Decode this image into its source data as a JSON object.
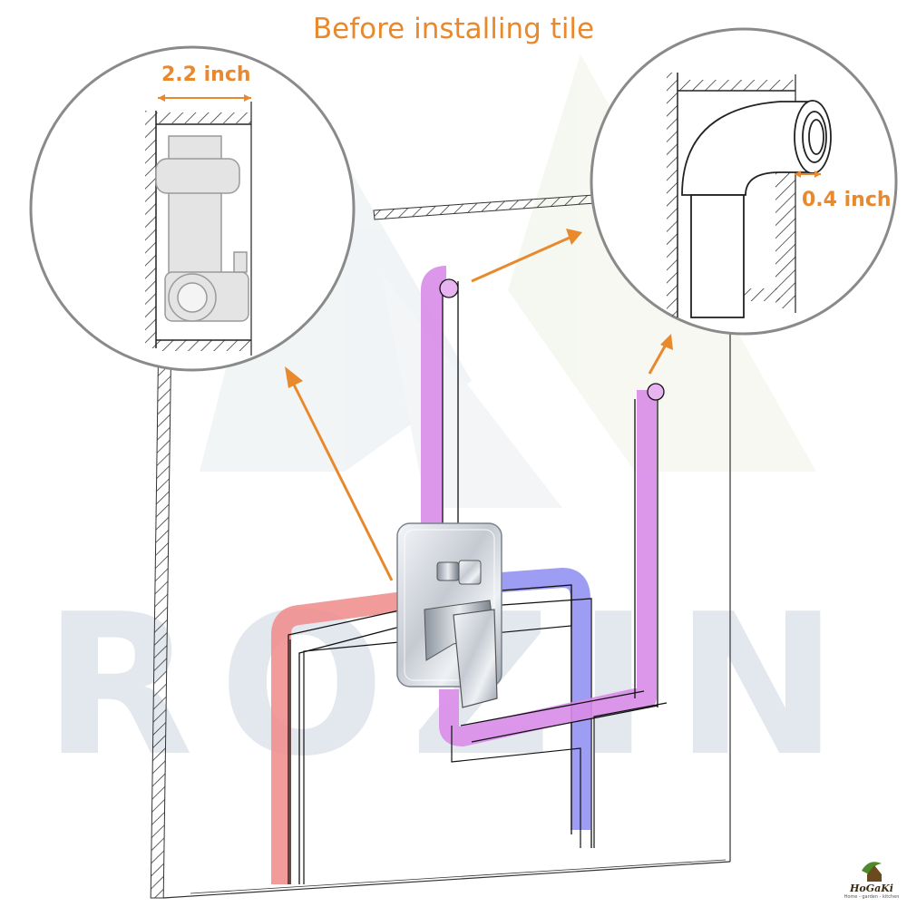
{
  "title": "Before installing tile",
  "dimensions": {
    "left_width": "2.2 inch",
    "right_gap": "0.4 inch"
  },
  "watermark": {
    "text": "ROZIN",
    "color": "#e3e8ee"
  },
  "brand": {
    "name": "HoGaKi",
    "tagline": "Home - garden - kitchen"
  },
  "colors": {
    "accent": "#e8892e",
    "hot_pipe": "#f08a8a",
    "cold_pipe": "#8c8cf2",
    "outlet_pipe": "#d98ce8",
    "chrome": "#c9ced6"
  }
}
